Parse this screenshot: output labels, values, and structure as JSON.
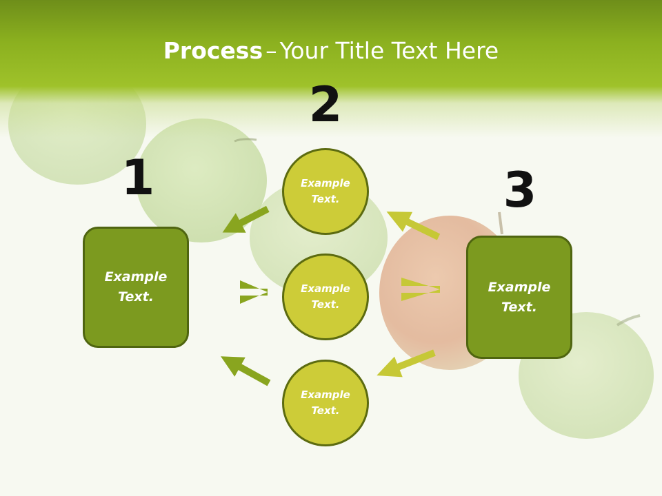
{
  "title": {
    "bold": "Process",
    "separator": "–",
    "rest": "Your Title Text Here"
  },
  "steps": [
    {
      "number": "1",
      "label": "Example Text."
    },
    {
      "number": "2",
      "items": [
        "Example Text.",
        "Example Text.",
        "Example Text."
      ]
    },
    {
      "number": "3",
      "label": "Example Text."
    }
  ],
  "colors": {
    "header": "#8bb01f",
    "box_fill": "#7c9a1f",
    "circle_fill": "#cdcc38",
    "arrow_left": "#89a51f",
    "arrow_right": "#c6c836"
  }
}
